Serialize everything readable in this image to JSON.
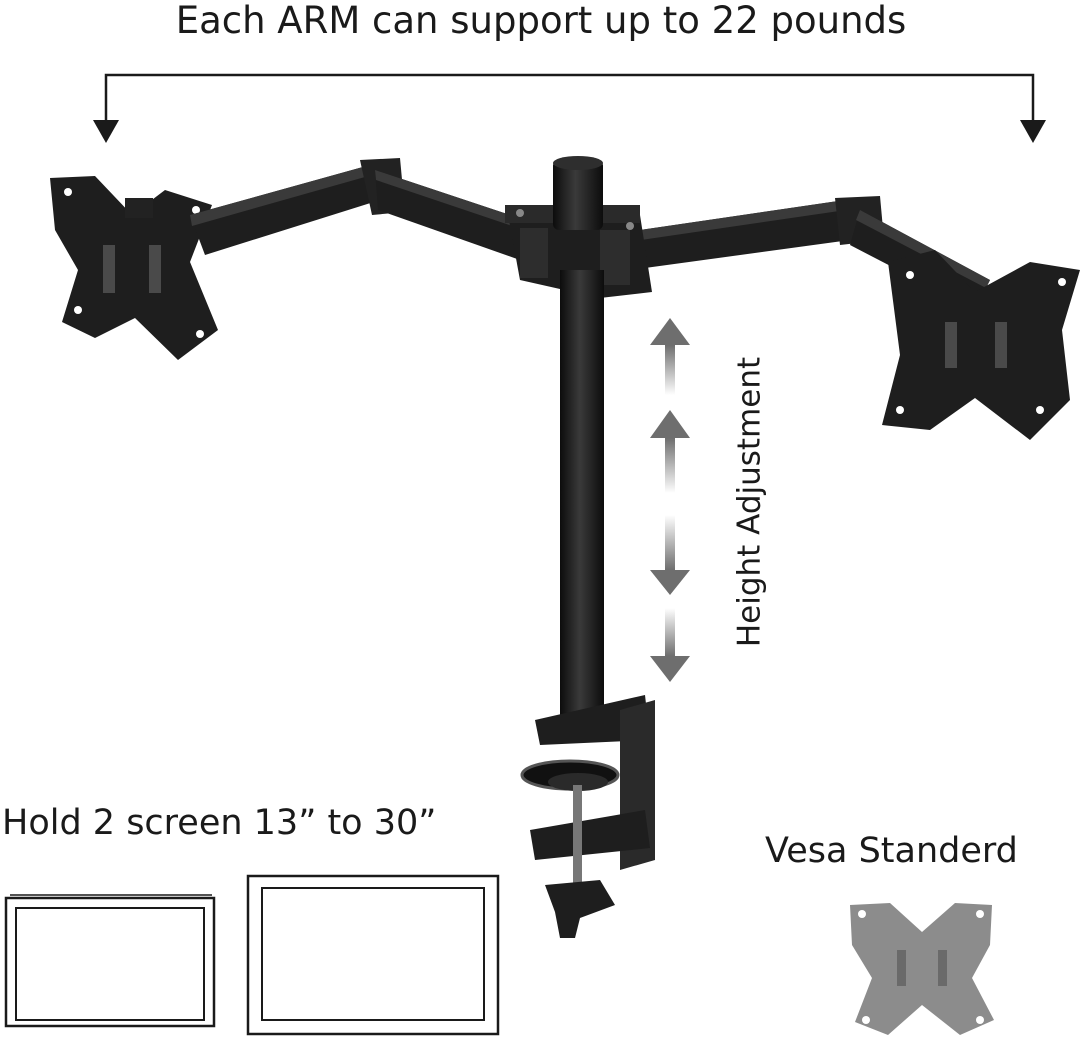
{
  "title": "Each ARM can support up to 22 pounds",
  "height_label": "Height Adjustment",
  "screen_label": "Hold 2 screen 13” to 30”",
  "vesa_label": "Vesa Standerd",
  "colors": {
    "metal": "#1e1e1e",
    "metal_hi": "#3a3a3a",
    "arrow_gray": "#6e6e6e",
    "vesa_gray": "#8c8c8c"
  }
}
